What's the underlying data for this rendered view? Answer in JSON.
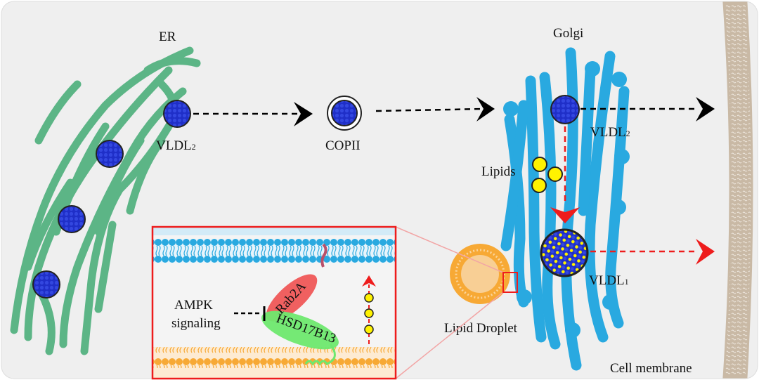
{
  "labels": {
    "er": "ER",
    "golgi": "Golgi",
    "vldl2_er": {
      "base": "VLDL",
      "sub": "2"
    },
    "copii": "COPII",
    "vldl2_golgi": {
      "base": "VLDL",
      "sub": "2"
    },
    "lipids": "Lipids",
    "vldl1": {
      "base": "VLDL",
      "sub": "1"
    },
    "lipid_droplet": "Lipid Droplet",
    "cell_membrane": "Cell membrane"
  },
  "inset": {
    "ampk_line1": "AMPK",
    "ampk_line2": "signaling",
    "rab2a": "Rab2A",
    "hsd17b13": "HSD17B13"
  },
  "colors": {
    "background": "#efefef",
    "er": "#5cb586",
    "golgi": "#29a9e0",
    "vldl_core": "#1f2fc8",
    "lipid": "#fff200",
    "lipid_droplet": "#f7a935",
    "membrane": "#c9b9a5",
    "highlight": "#ee1c1c",
    "rab2a": "#f06060",
    "hsd17b13": "#6ee86e"
  }
}
